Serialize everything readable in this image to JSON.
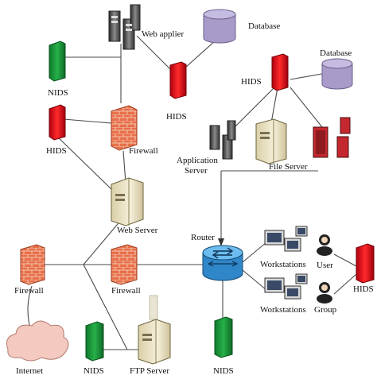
{
  "diagram": {
    "labels": {
      "web_applier": "Web applier",
      "database_top": "Database",
      "nids_top": "NIDS",
      "hids_top": "HIDS",
      "database_right": "Database",
      "hids_right_top": "HIDS",
      "hids_left": "HIDS",
      "firewall_top": "Firewall",
      "application_server_1": "Application",
      "application_server_2": "Server",
      "file_server": "File Server",
      "web_server": "Web Server",
      "router": "Router",
      "workstations_1": "Workstations",
      "workstations_2": "Workstations",
      "user": "User",
      "group": "Group",
      "hids_far_right": "HIDS",
      "firewall_left": "Firewall",
      "firewall_mid": "Firewall",
      "internet": "Internet",
      "nids_bottom_left": "NIDS",
      "ftp_server": "FTP Server",
      "nids_bottom_right": "NIDS"
    },
    "colors": {
      "nids_green": "#1a9a3a",
      "hids_red": "#e0141e",
      "database_purple": "#a99bc9",
      "firewall_brick": "#e8704a",
      "router_blue": "#3a9ad9",
      "cloud_pink": "#f3c9c0",
      "server_beige": "#efe6c8"
    },
    "icons": {
      "nids": "green-box-icon",
      "hids": "red-box-icon",
      "firewall": "brick-wall-icon",
      "database": "cylinder-icon",
      "router": "router-icon",
      "internet": "cloud-icon",
      "server": "tower-server-icon",
      "workstation": "computer-icon",
      "user": "person-icon"
    }
  }
}
